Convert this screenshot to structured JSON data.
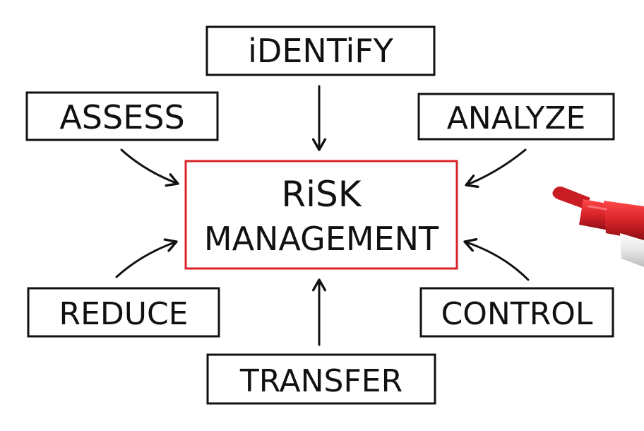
{
  "diagram": {
    "center": {
      "line1": "RiSK",
      "line2": "MANAGEMENT"
    },
    "nodes": {
      "identify": "iDENTiFY",
      "assess": "ASSESS",
      "analyze": "ANALYZE",
      "reduce": "REDUCE",
      "control": "CONTROL",
      "transfer": "TRANSFER"
    }
  },
  "colors": {
    "ink": "#111111",
    "center_border": "#d8232a",
    "marker_red": "#d8232a",
    "background": "#ffffff"
  },
  "icons": {
    "marker": "red-marker-pen-icon"
  }
}
